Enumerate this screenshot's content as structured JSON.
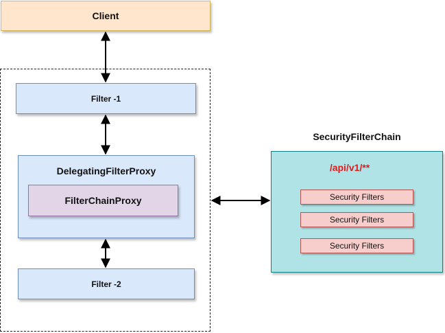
{
  "client": {
    "label": "Client"
  },
  "filter1": {
    "label": "Filter -1"
  },
  "delegating_filter_proxy": {
    "label": "DelegatingFilterProxy"
  },
  "filter_chain_proxy": {
    "label": "FilterChainProxy"
  },
  "filter2": {
    "label": "Filter -2"
  },
  "security_filter_chain": {
    "title": "SecurityFilterChain",
    "path_pattern": "/api/v1/**",
    "filters": [
      "Security Filters",
      "Security Filters",
      "Security Filters"
    ]
  },
  "colors": {
    "client_fill": "#ffe6cc",
    "filter_fill": "#dae8fc",
    "proxy_inner_fill": "#e1d5e7",
    "chain_fill": "#b0e3e6",
    "security_filter_fill": "#f8cecc",
    "path_text": "#e01b1b"
  }
}
